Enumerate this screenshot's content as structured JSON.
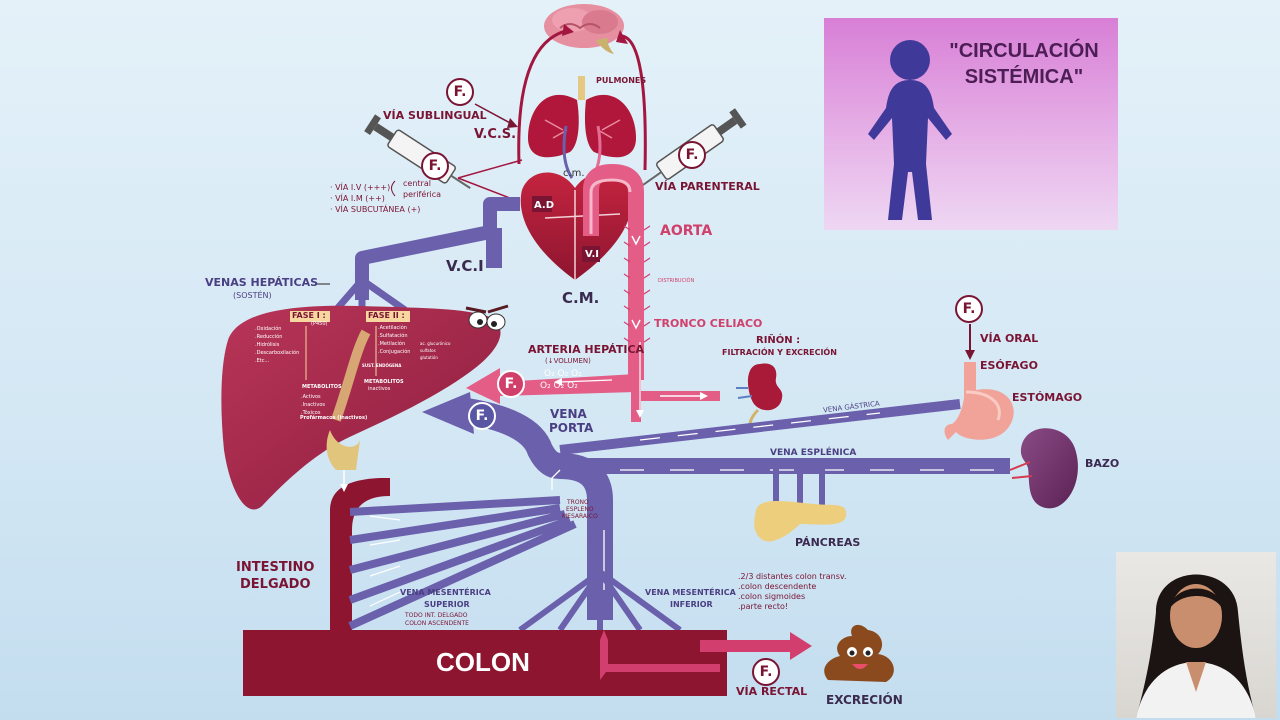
{
  "circulation_panel": {
    "title": "\"CIRCULACIÓN SISTÉMICA\""
  },
  "labels": {
    "pulmones": "PULMONES",
    "via_sublingual": "VÍA SUBLINGUAL",
    "vcs": "V.C.S.",
    "cm_small": "c.m.",
    "ad": "A.D",
    "vi": "V.I",
    "cm": "C.M.",
    "via_parenteral": "VÍA PARENTERAL",
    "aorta": "AORTA",
    "vci": "V.C.I",
    "venas_hepaticas": "VENAS HEPÁTICAS",
    "sosten": "(SOSTÉN)",
    "distribucion": "DISTRIBUCIÓN",
    "tronco_celiaco": "TRONCO CELIACO",
    "rinon": "RIÑÓN :",
    "filtracion": "FILTRACIÓN Y EXCRECIÓN",
    "arteria_hepatica": "ARTERIA HEPÁTICA",
    "volumen": "(↓VOLUMEN)",
    "vena_porta_1": "VENA",
    "vena_porta_2": "PORTA",
    "via_oral": "VÍA ORAL",
    "esofago": "ESÓFAGO",
    "estomago": "ESTÓMAGO",
    "vena_gastrica": "VENA GÁSTRICA",
    "vena_esplenica": "VENA ESPLÉNICA",
    "bazo": "BAZO",
    "tronco_espleno_1": "TRONO",
    "tronco_espleno_2": "ESPLENO",
    "tronco_espleno_3": "MESARAICO",
    "pancreas": "PÁNCREAS",
    "intestino_1": "INTESTINO",
    "intestino_2": "DELGADO",
    "vms_1": "VENA MESENTÉRICA",
    "vms_2": "SUPERIOR",
    "vms_note_1": "TODO INT. DELGADO",
    "vms_note_2": "COLON ASCENDENTE",
    "vmi_1": "VENA MESENTÉRICA",
    "vmi_2": "INFERIOR",
    "colon": "COLON",
    "via_rectal": "VÍA RECTAL",
    "excrecion": "EXCRECIÓN",
    "fase1": "FASE I :",
    "fase1_sub": "(P450)",
    "fase2": "FASE II :",
    "metabolitos": "METABOLITOS",
    "metabolitos_inactivos": "METABOLITOS",
    "inactivos_sub": "inactivos",
    "sust_endogena": "SUST. ENDÓGENA",
    "o2_row1": "O₂ O₂ O₂",
    "o2_row2": "O₂ O₂ O₂"
  },
  "badge_letter": "F.",
  "via_iv_list": [
    "· VÍA I.V (+++)",
    "· VÍA I.M (++)",
    "· VÍA SUBCUTÁNEA (+)"
  ],
  "central_periferica": [
    "central",
    "periférica"
  ],
  "vmi_list": [
    ".2/3 distantes colon transv.",
    ".colon descendente",
    ".colon sigmoides",
    ".parte recto!"
  ],
  "fase1_list": [
    ".Oxidación",
    ".Reducción",
    ".Hidrólisis",
    ".Descarboxilación",
    ".Etc..."
  ],
  "fase2_list": [
    ".Acetilación",
    ".Sulfatación",
    ".Metilación",
    ".Conjugación"
  ],
  "fase2_side": [
    "ac. glucurónico",
    "sulfatos",
    "glutatión"
  ],
  "metabolitos_list": [
    ".Activos",
    ".Inactivos",
    ".Tóxicos"
  ],
  "profarmacos": "Profármacos (inactivos)",
  "colors": {
    "vein": "#6a60ac",
    "artery": "#d23f6f",
    "dark_red": "#7a1433",
    "liver": "#a52a4a",
    "panel": "#d87fd6"
  }
}
